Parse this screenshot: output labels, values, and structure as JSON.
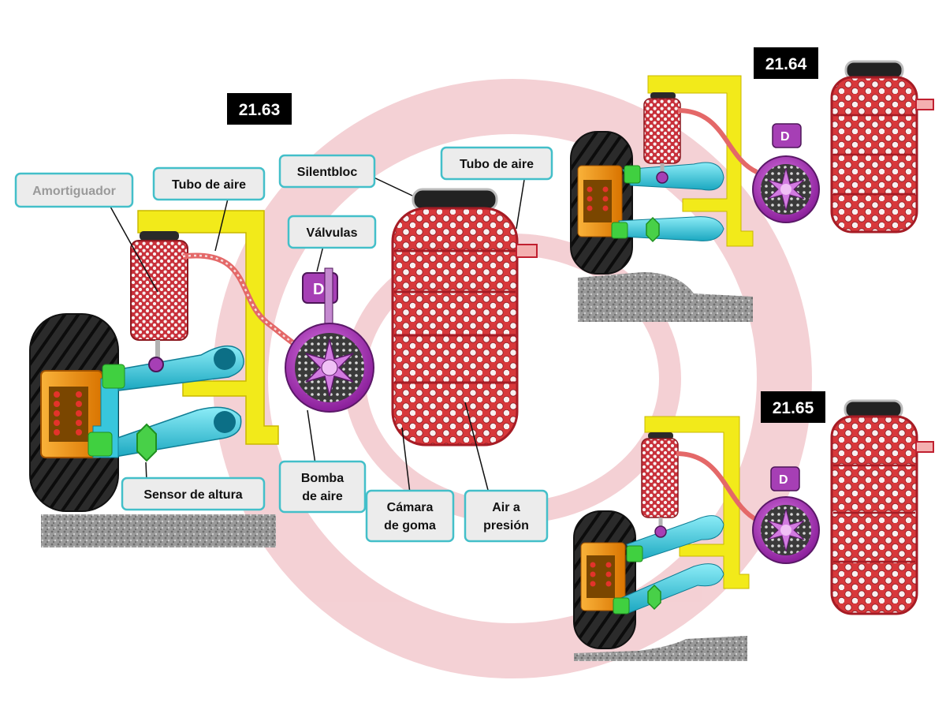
{
  "figures": {
    "main": "21.63",
    "raised": "21.64",
    "lowered": "21.65"
  },
  "labels": {
    "amortiguador": "Amortiguador",
    "tubo_aire_left": "Tubo de aire",
    "silentbloc": "Silentbloc",
    "tubo_aire_right": "Tubo de aire",
    "valvulas": "Válvulas",
    "sensor": "Sensor de altura",
    "bomba": [
      "Bomba",
      "de aire"
    ],
    "camara": [
      "Cámara",
      "de goma"
    ],
    "air": [
      "Air a",
      "presión"
    ]
  },
  "colors": {
    "bellows": "#e0443c",
    "frame": "#f2ea1a",
    "hub": "#ee9410",
    "arm": "#38c6dc",
    "joint": "#40d040",
    "pump": "#a63fb5",
    "callout_border": "#43bfc9",
    "tag_bg": "#000000"
  }
}
